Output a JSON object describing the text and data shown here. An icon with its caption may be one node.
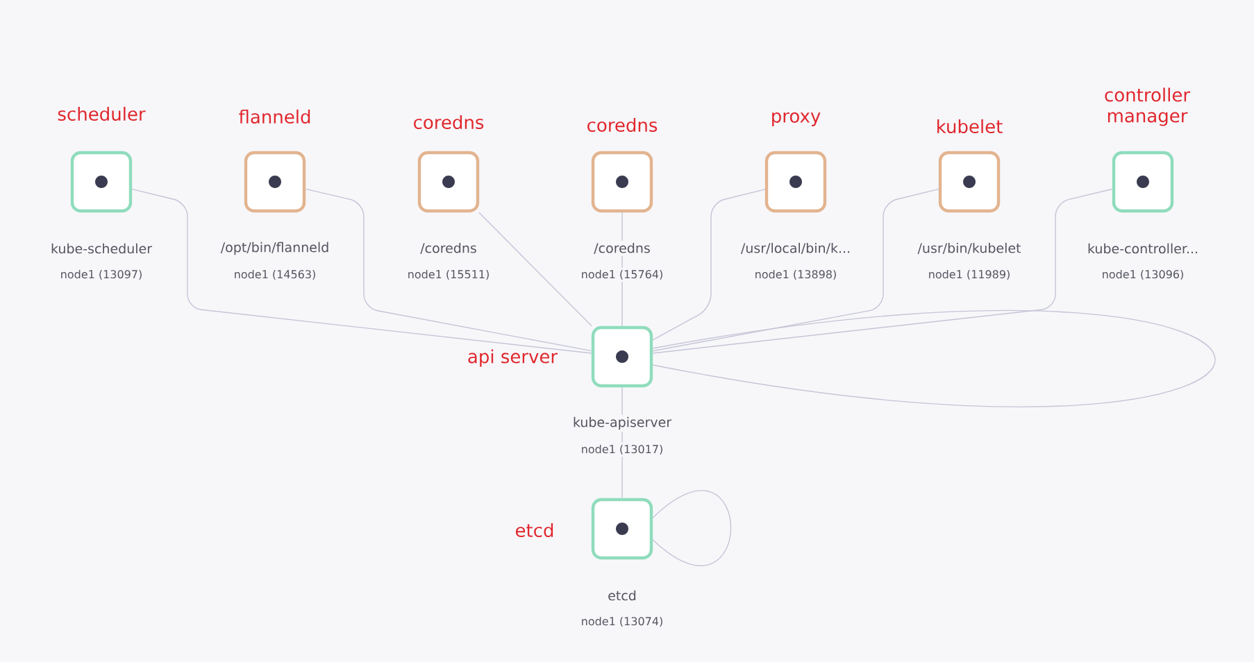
{
  "diagram": {
    "nodes": [
      {
        "text": [
          "scheduler",
          "kube-scheduler",
          "node1 (13097)"
        ]
      },
      {
        "text": [
          "flanneld",
          "/opt/bin/flanneld",
          "node1 (14563)"
        ]
      },
      {
        "text": [
          "coredns",
          "/coredns",
          "node1 (15511)"
        ]
      },
      {
        "text": [
          "coredns",
          "/coredns",
          "node1 (15764)"
        ]
      },
      {
        "text": [
          "proxy",
          "/usr/local/bin/k...",
          "node1 (13898)"
        ]
      },
      {
        "text": [
          "kubelet",
          "/usr/bin/kubelet",
          "node1 (11989)"
        ]
      },
      {
        "text": [
          "controller manager",
          "kube-controller...",
          "node1 (13096)"
        ]
      },
      {
        "text": [
          "api server",
          "kube-apiserver",
          "node1 (13017)"
        ]
      },
      {
        "text": [
          "etcd",
          "etcd",
          "node1 (13074)"
        ]
      }
    ],
    "edges": [
      {
        "from": 0,
        "to": 7,
        "arrow": "none"
      },
      {
        "from": 1,
        "to": 7,
        "arrow": "none"
      },
      {
        "from": 2,
        "to": 7,
        "arrow": "none"
      },
      {
        "from": 3,
        "to": 7,
        "arrow": "none"
      },
      {
        "from": 4,
        "to": 7,
        "arrow": "none"
      },
      {
        "from": 5,
        "to": 7,
        "arrow": "none"
      },
      {
        "from": 6,
        "to": 7,
        "arrow": "none"
      },
      {
        "from": 7,
        "to": 7,
        "arrow": "none"
      },
      {
        "from": 7,
        "to": 8,
        "arrow": "none"
      },
      {
        "from": 8,
        "to": 8,
        "arrow": "none"
      }
    ]
  }
}
